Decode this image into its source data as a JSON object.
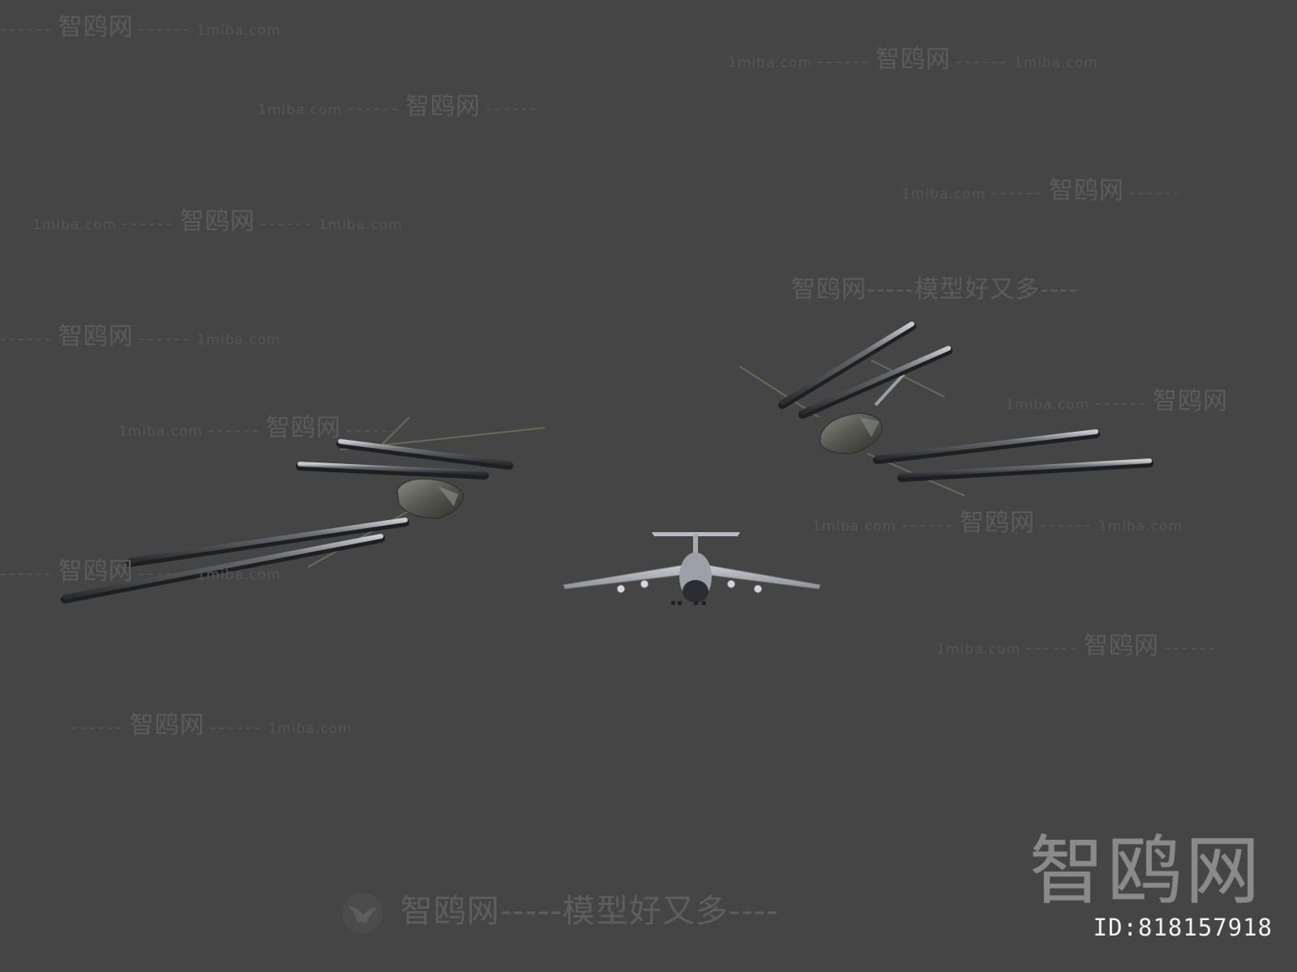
{
  "watermark": {
    "domain": "1miba.com",
    "name": "智鸥网",
    "slogan": "智鸥网-----模型好又多----",
    "dashes": "------",
    "color": "#5a5a5a"
  },
  "brand": {
    "name": "智鸥网",
    "id_label": "ID:818157918"
  },
  "scene": {
    "background": "#454545",
    "objects": [
      "cargo-plane-front-view",
      "cargo-plane-angled-left",
      "cargo-plane-angled-right"
    ]
  }
}
